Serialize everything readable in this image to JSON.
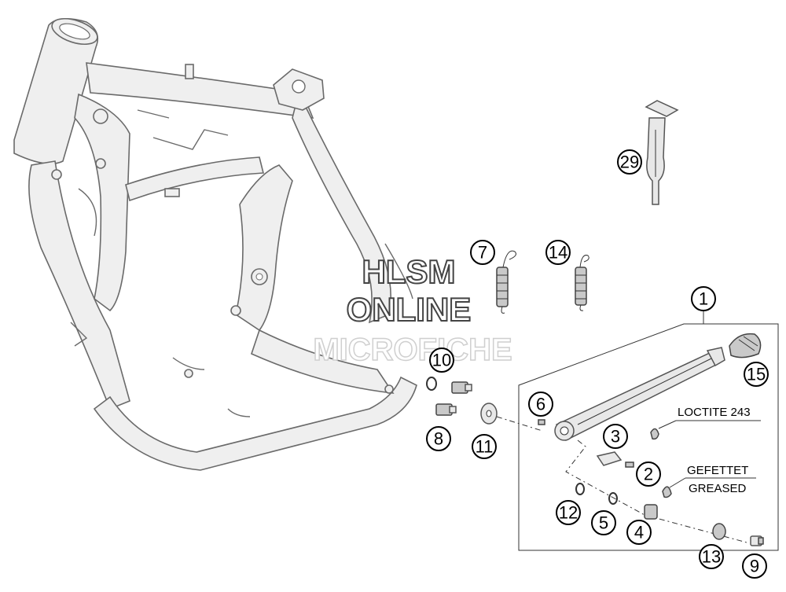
{
  "watermark": {
    "line1": "HLSM",
    "line2": "ONLINE",
    "line3": "MICROFICHE"
  },
  "notes": {
    "loctite": "LOCTITE 243",
    "gefettet": "GEFETTET",
    "greased": "GREASED"
  },
  "callouts": {
    "c1": "1",
    "c2": "2",
    "c3": "3",
    "c4": "4",
    "c5": "5",
    "c6": "6",
    "c7": "7",
    "c8": "8",
    "c9": "9",
    "c10": "10",
    "c11": "11",
    "c12": "12",
    "c13": "13",
    "c14": "14",
    "c15": "15",
    "c29": "29"
  }
}
